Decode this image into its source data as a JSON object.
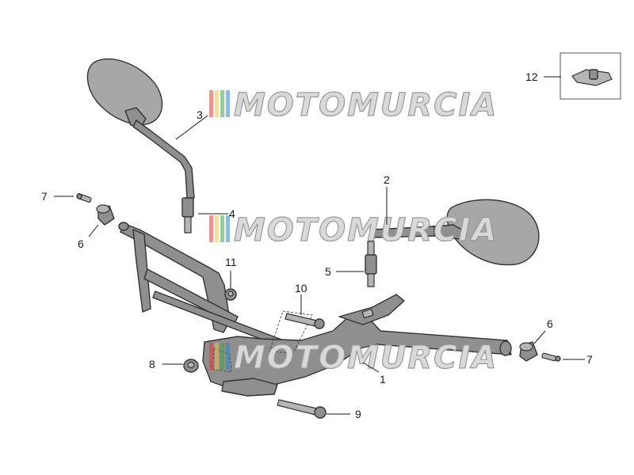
{
  "watermark": {
    "text": "MOTOMURCIA",
    "stripe_colors": [
      "#e53935",
      "#f4c430",
      "#43a047",
      "#1e88e5"
    ]
  },
  "callouts": {
    "c1": "1",
    "c2": "2",
    "c3": "3",
    "c4": "4",
    "c5": "5",
    "c6a": "6",
    "c6b": "6",
    "c7a": "7",
    "c7b": "7",
    "c8": "8",
    "c9": "9",
    "c10": "10",
    "c11": "11",
    "c12": "12"
  },
  "colors": {
    "part_fill": "#8f8f8f",
    "mirror_fill": "#a7a7a7",
    "outline": "#333333"
  }
}
